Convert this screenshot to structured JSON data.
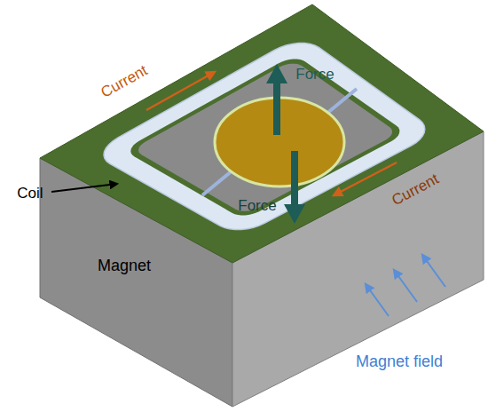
{
  "diagram": {
    "labels": [
      "Current",
      "Force",
      "Coil",
      "Force",
      "Current",
      "Magnet",
      "Magnet field"
    ]
  }
}
